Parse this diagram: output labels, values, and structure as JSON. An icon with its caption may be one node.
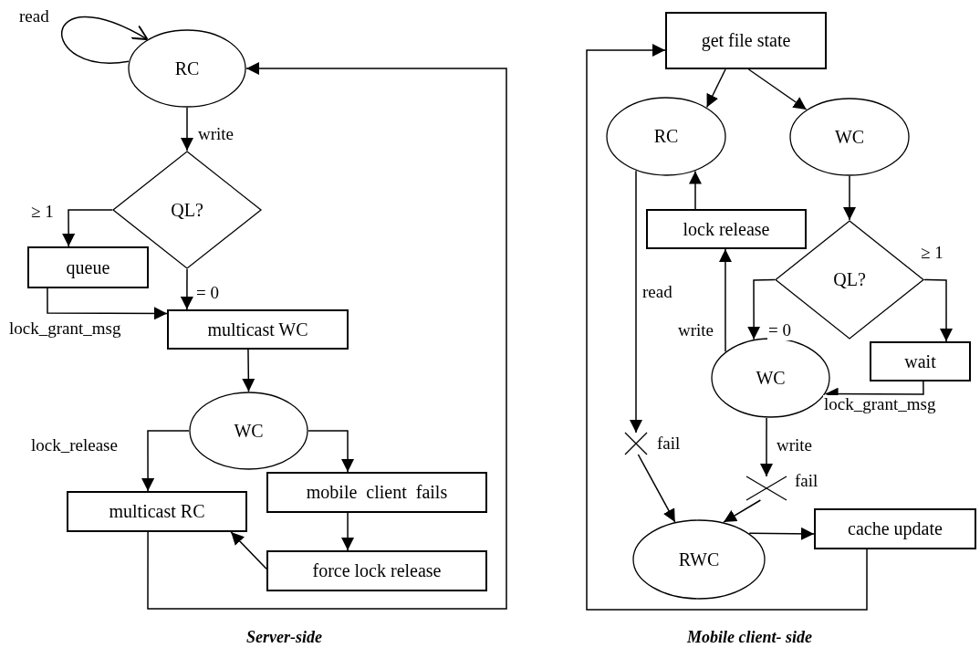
{
  "diagram": {
    "nodes": [
      {
        "text": [
          "RC"
        ]
      },
      {
        "text": [
          "QL?"
        ]
      },
      {
        "text": [
          "queue"
        ]
      },
      {
        "text": [
          "multicast WC"
        ]
      },
      {
        "text": [
          "WC"
        ]
      },
      {
        "text": [
          "mobile  client  fails"
        ]
      },
      {
        "text": [
          "multicast RC"
        ]
      },
      {
        "text": [
          "force lock release"
        ]
      },
      {
        "text": [
          "get file state"
        ]
      },
      {
        "text": [
          "RC"
        ]
      },
      {
        "text": [
          "WC"
        ]
      },
      {
        "text": [
          "lock release"
        ]
      },
      {
        "text": [
          "QL?"
        ]
      },
      {
        "text": [
          "wait"
        ]
      },
      {
        "text": [
          "WC"
        ]
      },
      {
        "text": [
          "RWC"
        ]
      },
      {
        "text": [
          "cache update"
        ]
      },
      {
        "text": [],
        "shape": "cross",
        "beside": [
          "fail"
        ]
      },
      {
        "text": [],
        "shape": "cross",
        "beside": [
          "fail"
        ]
      }
    ],
    "edges": [
      {
        "from": 0,
        "to": 0,
        "arrow": "to",
        "label": "read"
      },
      {
        "from": 0,
        "to": 1,
        "arrow": "to",
        "label": "write"
      },
      {
        "from": 1,
        "to": 2,
        "arrow": "to",
        "label": "≥ 1"
      },
      {
        "from": 1,
        "to": 3,
        "arrow": "to",
        "label": "= 0"
      },
      {
        "from": 2,
        "to": 3,
        "arrow": "to",
        "label": "lock_grant_msg"
      },
      {
        "from": 3,
        "to": 4,
        "arrow": "to"
      },
      {
        "from": 4,
        "to": 6,
        "arrow": "to",
        "label": "lock_release"
      },
      {
        "from": 4,
        "to": 5,
        "arrow": "to"
      },
      {
        "from": 5,
        "to": 7,
        "arrow": "to"
      },
      {
        "from": 7,
        "to": 6,
        "arrow": "to"
      },
      {
        "from": 6,
        "to": 0,
        "arrow": "to"
      },
      {
        "from": 16,
        "to": 8,
        "arrow": "to"
      },
      {
        "from": 8,
        "to": 9,
        "arrow": "to"
      },
      {
        "from": 8,
        "to": 10,
        "arrow": "to"
      },
      {
        "from": 9,
        "to": 17,
        "arrow": "to",
        "label": "read"
      },
      {
        "from": 17,
        "to": 15,
        "arrow": "to"
      },
      {
        "from": 11,
        "to": 9,
        "arrow": "to"
      },
      {
        "from": 14,
        "to": 11,
        "arrow": "to",
        "label": "write"
      },
      {
        "from": 10,
        "to": 12,
        "arrow": "to"
      },
      {
        "from": 12,
        "to": 14,
        "arrow": "to",
        "label": "= 0"
      },
      {
        "from": 12,
        "to": 13,
        "arrow": "to",
        "label": "≥ 1"
      },
      {
        "from": 13,
        "to": 14,
        "arrow": "to",
        "label": "lock_grant_msg"
      },
      {
        "from": 14,
        "to": 18,
        "arrow": "to",
        "label": "write"
      },
      {
        "from": 18,
        "to": 15,
        "arrow": "to"
      },
      {
        "from": 15,
        "to": 16,
        "arrow": "to"
      }
    ],
    "labels": [
      "Server-side",
      "Mobile client- side"
    ]
  }
}
